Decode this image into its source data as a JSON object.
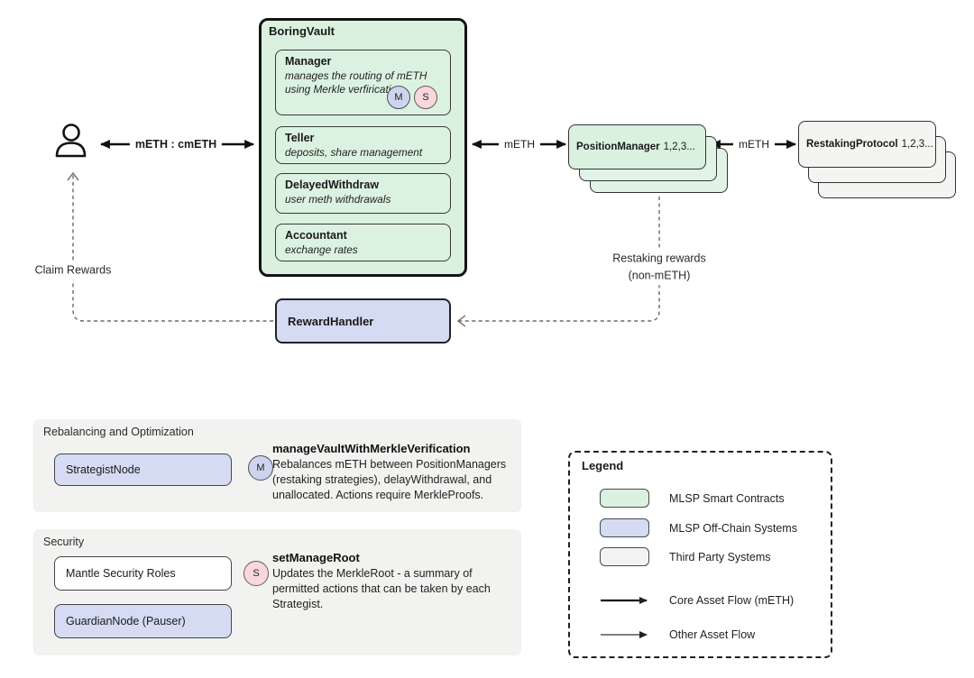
{
  "diagram": {
    "vault": {
      "title": "BoringVault",
      "modules": [
        {
          "title": "Manager",
          "desc": "manages the routing of mETH using Merkle verfirication",
          "badge_m": "M",
          "badge_s": "S"
        },
        {
          "title": "Teller",
          "desc": "deposits, share management"
        },
        {
          "title": "DelayedWithdraw",
          "desc": "user meth withdrawals"
        },
        {
          "title": "Accountant",
          "desc": "exchange rates"
        }
      ]
    },
    "position_manager": {
      "name": "PositionManager",
      "suffix": "1,2,3..."
    },
    "restaking_protocol": {
      "name": "RestakingProtocol",
      "suffix": "1,2,3..."
    },
    "reward_handler": {
      "title": "RewardHandler"
    },
    "flows": {
      "user_vault": "mETH : cmETH",
      "vault_pm": "mETH",
      "pm_rp": "mETH",
      "claim": "Claim Rewards",
      "restaking_1": "Restaking rewards",
      "restaking_2": "(non-mETH)"
    }
  },
  "panels": {
    "rebalancing": {
      "title": "Rebalancing and Optimization",
      "node": "StrategistNode",
      "badge": "M",
      "func_title": "manageVaultWithMerkleVerification",
      "func_desc": "Rebalances mETH between PositionManagers (restaking strategies), delayWithdrawal, and unallocated. Actions require MerkleProofs."
    },
    "security": {
      "title": "Security",
      "node1": "Mantle Security Roles",
      "node2": "GuardianNode (Pauser)",
      "badge": "S",
      "func_title": "setManageRoot",
      "func_desc": "Updates the MerkleRoot - a summary of permitted actions that can be taken by each Strategist."
    }
  },
  "legend": {
    "title": "Legend",
    "items": [
      {
        "label": "MLSP Smart Contracts",
        "color": "#daf1df"
      },
      {
        "label": "MLSP Off-Chain Systems",
        "color": "#d5dbf3"
      },
      {
        "label": "Third Party Systems",
        "color": "#f3f3f1"
      }
    ],
    "arrows": [
      {
        "label": "Core Asset Flow (mETH)"
      },
      {
        "label": "Other Asset Flow"
      }
    ]
  },
  "colors": {
    "mlsp_smart_contract": "#daf1df",
    "mlsp_off_chain": "#d5dbf3",
    "third_party": "#f3f3f1",
    "badge_pink": "#f8d8dd",
    "panel_gray": "#f2f2f0"
  }
}
